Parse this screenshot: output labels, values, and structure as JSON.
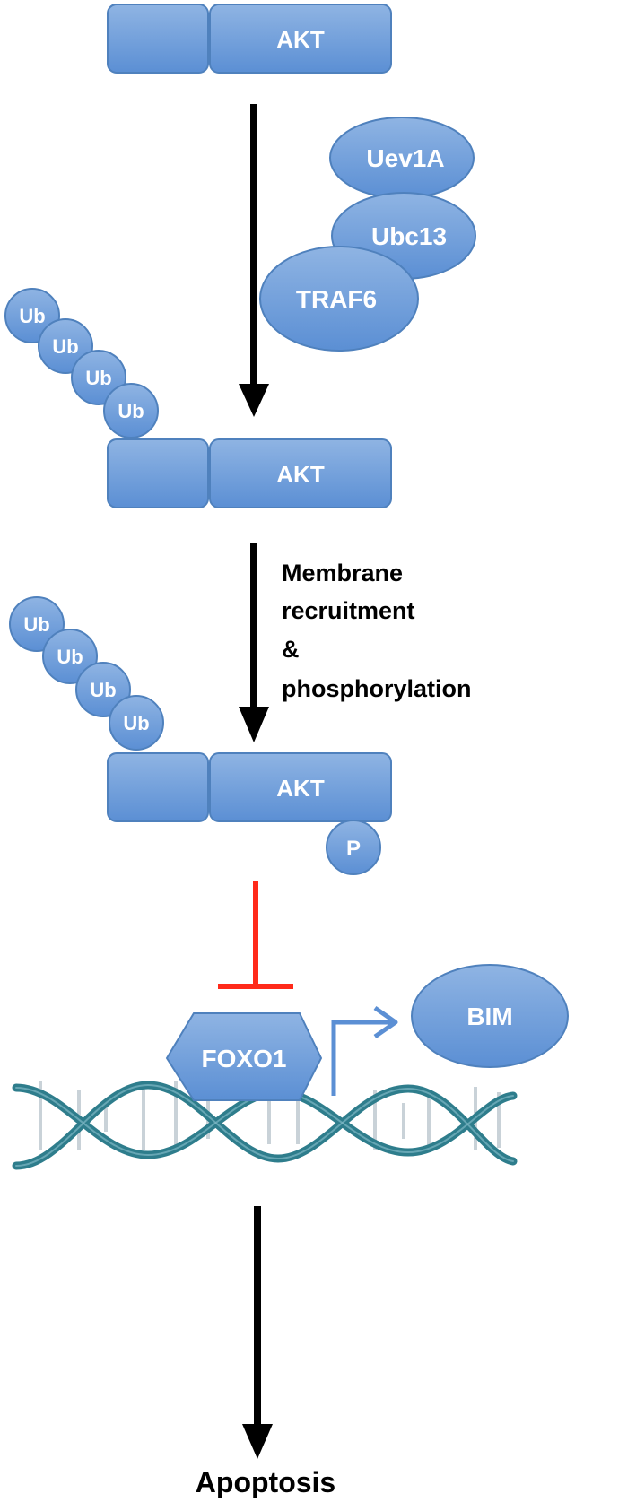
{
  "colors": {
    "protein_fill_top": "#8fb4e3",
    "protein_fill_bottom": "#5b8fd4",
    "protein_stroke": "#4f81bd",
    "arrow": "#000000",
    "inhibition": "#ff2a1a",
    "dna_strand": "#2e7d8c",
    "dna_rung": "#c9d2d8"
  },
  "icons": {
    "dna": "dna-double-helix-icon",
    "inhibition": "t-bar-inhibition-icon"
  },
  "nodes": {
    "akt_top": "AKT",
    "uev1a": "Uev1A",
    "ubc13": "Ubc13",
    "traf6": "TRAF6",
    "ub_chain_1": [
      "Ub",
      "Ub",
      "Ub",
      "Ub"
    ],
    "akt_mid": "AKT",
    "ub_chain_2": [
      "Ub",
      "Ub",
      "Ub",
      "Ub"
    ],
    "akt_bottom": "AKT",
    "phospho": "P",
    "foxo1": "FOXO1",
    "bim": "BIM"
  },
  "edges": {
    "step2_label_lines": [
      "Membrane",
      "recruitment",
      "&",
      "phosphorylation"
    ]
  },
  "outcome": "Apoptosis"
}
